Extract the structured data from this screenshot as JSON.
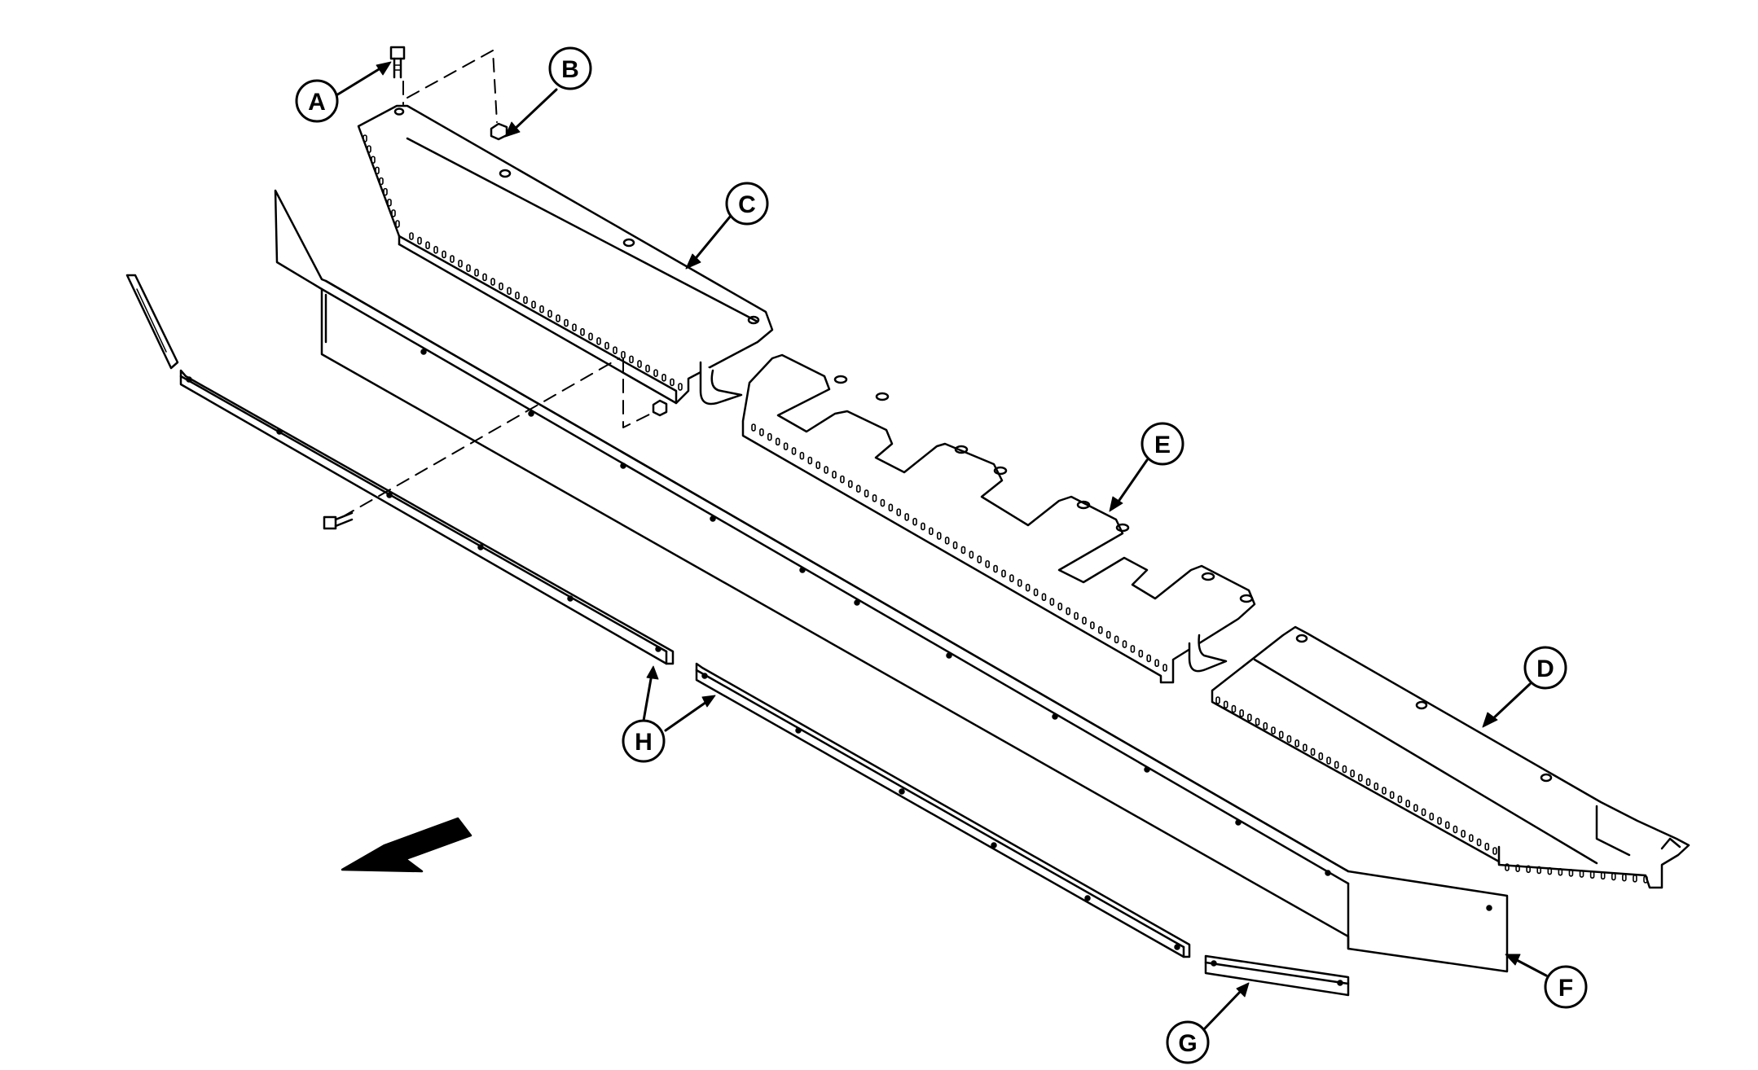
{
  "diagram": {
    "callouts": [
      {
        "id": "A",
        "label": "A"
      },
      {
        "id": "B",
        "label": "B"
      },
      {
        "id": "C",
        "label": "C"
      },
      {
        "id": "D",
        "label": "D"
      },
      {
        "id": "E",
        "label": "E"
      },
      {
        "id": "F",
        "label": "F"
      },
      {
        "id": "G",
        "label": "G"
      },
      {
        "id": "H1",
        "label": "H"
      }
    ],
    "colors": {
      "line": "#000000",
      "fill": "#ffffff"
    }
  }
}
